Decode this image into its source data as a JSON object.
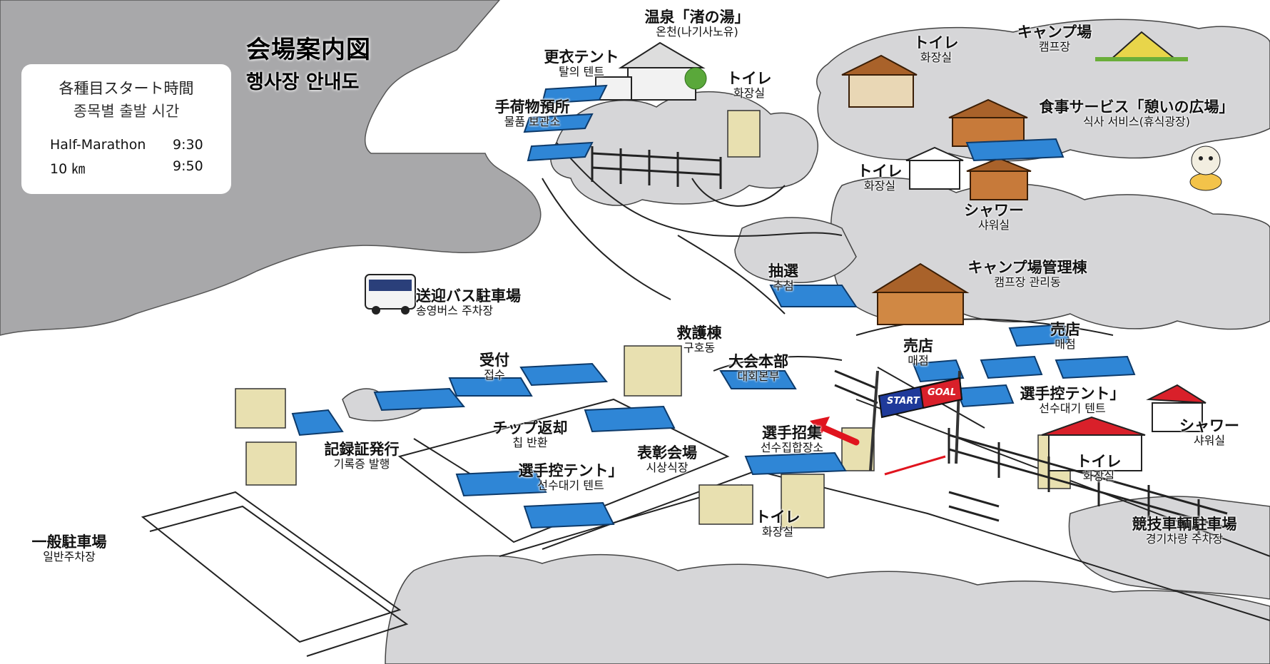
{
  "title": {
    "jp": "会場案内図",
    "kr": "행사장 안내도"
  },
  "schedule": {
    "heading_jp": "各種目スタート時間",
    "heading_kr": "종목별 출발 시간",
    "events": [
      {
        "name": "Half-Marathon",
        "time": "9:30"
      },
      {
        "name": "10 ㎞",
        "time": "9:50"
      }
    ]
  },
  "start_goal": {
    "start": "START",
    "goal": "GOAL"
  },
  "places": {
    "onsen": {
      "jp": "温泉「渚の湯」",
      "kr": "온천(나기사노유)"
    },
    "changing_tent": {
      "jp": "更衣テント",
      "kr": "탈의 텐트"
    },
    "baggage": {
      "jp": "手荷物預所",
      "kr": "물품 보관소"
    },
    "toilet_top": {
      "jp": "トイレ",
      "kr": "화장실"
    },
    "toilet_upper": {
      "jp": "トイレ",
      "kr": "화장실"
    },
    "camp_site": {
      "jp": "キャンプ場",
      "kr": "캠프장"
    },
    "food": {
      "jp": "食事サービス「憩いの広場」",
      "kr": "식사 서비스(휴식광장)"
    },
    "toilet_mid": {
      "jp": "トイレ",
      "kr": "화장실"
    },
    "shower_top": {
      "jp": "シャワー",
      "kr": "샤워실"
    },
    "lottery": {
      "jp": "抽選",
      "kr": "추첨"
    },
    "camp_office": {
      "jp": "キャンプ場管理棟",
      "kr": "캠프장 관리동"
    },
    "bus_parking": {
      "jp": "送迎バス駐車場",
      "kr": "송영버스 주차장"
    },
    "first_aid": {
      "jp": "救護棟",
      "kr": "구호동"
    },
    "shop_1": {
      "jp": "売店",
      "kr": "매점"
    },
    "shop_2": {
      "jp": "売店",
      "kr": "매점"
    },
    "hq": {
      "jp": "大会本部",
      "kr": "대회본부"
    },
    "reception": {
      "jp": "受付",
      "kr": "접수"
    },
    "waiting_tent_right": {
      "jp": "選手控テント」",
      "kr": "선수대기 텐트"
    },
    "shower_bottom": {
      "jp": "シャワー",
      "kr": "샤워실"
    },
    "chip_return": {
      "jp": "チップ返却",
      "kr": "칩 반환"
    },
    "certificate": {
      "jp": "記録証発行",
      "kr": "기록증 발행"
    },
    "awards": {
      "jp": "表彰会場",
      "kr": "시상식장"
    },
    "assembly": {
      "jp": "選手招集",
      "kr": "선수집합장소"
    },
    "waiting_tent_left": {
      "jp": "選手控テント」",
      "kr": "선수대기 텐트"
    },
    "toilet_bottom_right": {
      "jp": "トイレ",
      "kr": "화장실"
    },
    "toilet_bottom": {
      "jp": "トイレ",
      "kr": "화장실"
    },
    "race_vehicle_parking": {
      "jp": "競技車輌駐車場",
      "kr": "경기차량 주차장"
    },
    "general_parking": {
      "jp": "一般駐車場",
      "kr": "일반주차장"
    }
  },
  "colors": {
    "forest": "#d6d6d8",
    "sea": "#a8a8aa",
    "tent": "#2f86d6",
    "route_arrow": "#e0141e",
    "banner_blue": "#1f3a9a",
    "banner_red": "#d9202a"
  }
}
